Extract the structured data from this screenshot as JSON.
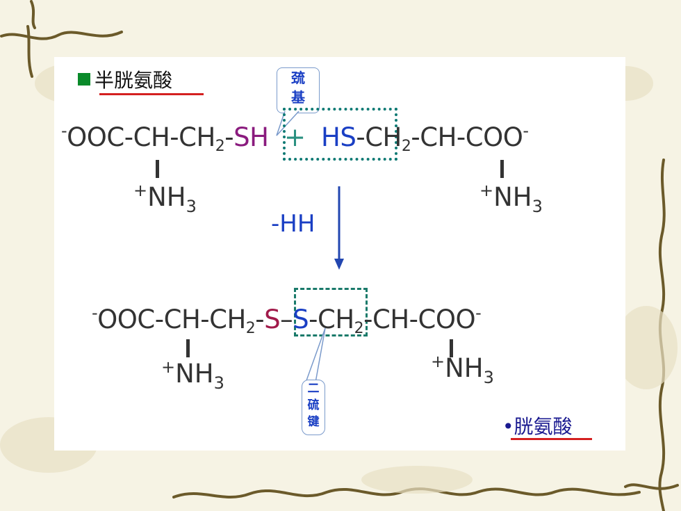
{
  "title": "半胱氨酸",
  "callout_top": {
    "line1": "巯",
    "line2": "基"
  },
  "callout_bottom": {
    "line1": "二",
    "line2": "硫",
    "line3": "键"
  },
  "reagent": "-HH",
  "product_label": "•胱氨酸",
  "eq1": {
    "left_charge": "-",
    "left_head": "OOC-CH-CH",
    "left_sub": "2",
    "left_dash": "-",
    "s1": "S",
    "h1": "H",
    "plus": "+",
    "h2": "H",
    "s2": "S",
    "right_dash": "-CH",
    "right_sub": "2",
    "right_tail": "-CH-COO",
    "right_charge": "-"
  },
  "eq2": {
    "left_charge": "-",
    "left_head": "OOC-CH-CH",
    "left_sub": "2",
    "left_dash": "-",
    "s1": "S",
    "bond": "–",
    "s2": "S",
    "right_dash": "-CH",
    "right_sub": "2",
    "right_tail": "-CH-COO",
    "right_charge": "-"
  },
  "nh3": {
    "plus": "+",
    "base": "NH",
    "sub": "3"
  },
  "colors": {
    "accent_green": "#0a8a2a",
    "purple": "#8a1b7e",
    "blue": "#1a3fc4",
    "teal": "#2a9080",
    "underline_red": "#d42020"
  }
}
